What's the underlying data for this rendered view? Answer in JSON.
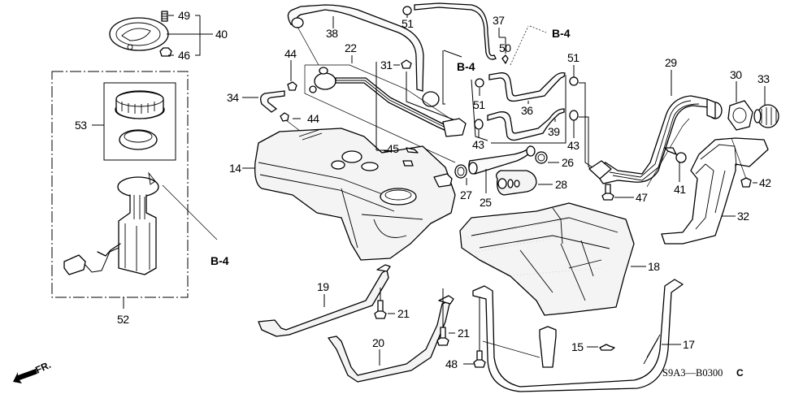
{
  "diagram": {
    "title": "Fuel Tank Assembly - Exploded Parts Diagram",
    "diagram_code": "S9A3—B0300",
    "diagram_code_suffix": "C",
    "direction_indicator": "FR.",
    "cross_reference": "B-4",
    "callouts": {
      "c14": "14",
      "c15": "15",
      "c17": "17",
      "c18": "18",
      "c19": "19",
      "c20": "20",
      "c21a": "21",
      "c21b": "21",
      "c22": "22",
      "c25": "25",
      "c26": "26",
      "c27": "27",
      "c28": "28",
      "c29": "29",
      "c30": "30",
      "c31": "31",
      "c32": "32",
      "c33": "33",
      "c34": "34",
      "c36": "36",
      "c37": "37",
      "c38": "38",
      "c39": "39",
      "c40": "40",
      "c41": "41",
      "c42": "42",
      "c43a": "43",
      "c43b": "43",
      "c44a": "44",
      "c44b": "44",
      "c45": "45",
      "c46": "46",
      "c47": "47",
      "c48": "48",
      "c49": "49",
      "c50": "50",
      "c51a": "51",
      "c51b": "51",
      "c51c": "51",
      "c52": "52",
      "c53": "53"
    },
    "refs": {
      "r1": "B-4",
      "r2": "B-4",
      "r3": "B-4"
    }
  }
}
